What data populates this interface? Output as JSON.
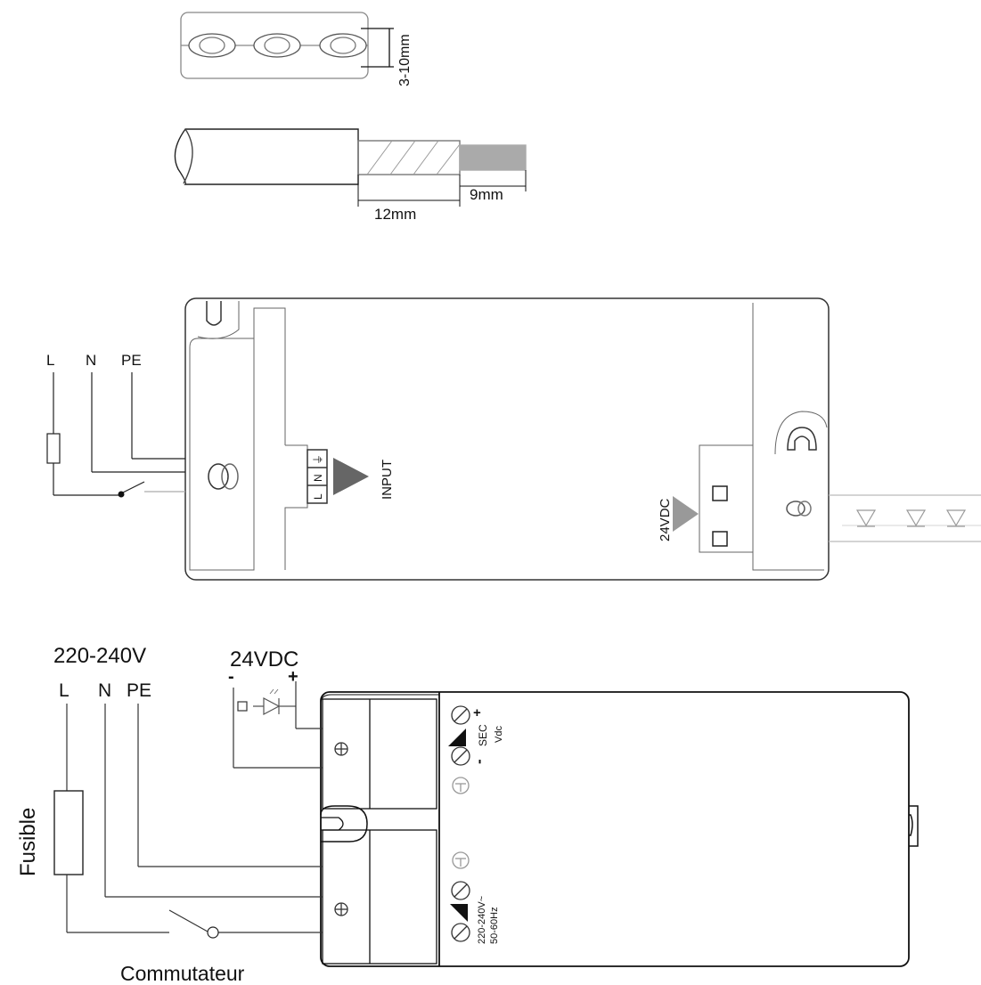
{
  "strip_gauge": {
    "dimension_label": "3-10mm"
  },
  "cable_strip": {
    "outer_length_label": "12mm",
    "inner_length_label": "9mm"
  },
  "driver_top": {
    "mains_labels": {
      "l": "L",
      "n": "N",
      "pe": "PE"
    },
    "terminal_labels": {
      "l": "L",
      "n": "N",
      "earth": "⏚"
    },
    "input_label": "INPUT",
    "output_label": "24VDC"
  },
  "driver_bottom": {
    "supply_label": "220-240V",
    "mains_labels": {
      "l": "L",
      "n": "N",
      "pe": "PE"
    },
    "output_label": "24VDC",
    "minus_sign": "-",
    "plus_sign": "+",
    "fuse_label": "Fusible",
    "switch_label": "Commutateur",
    "secondary_plus": "+",
    "secondary_label": "SEC",
    "secondary_unit": "Vdc",
    "secondary_minus": "-",
    "primary_voltage": "220-240V~",
    "primary_frequency": "50-60Hz"
  }
}
